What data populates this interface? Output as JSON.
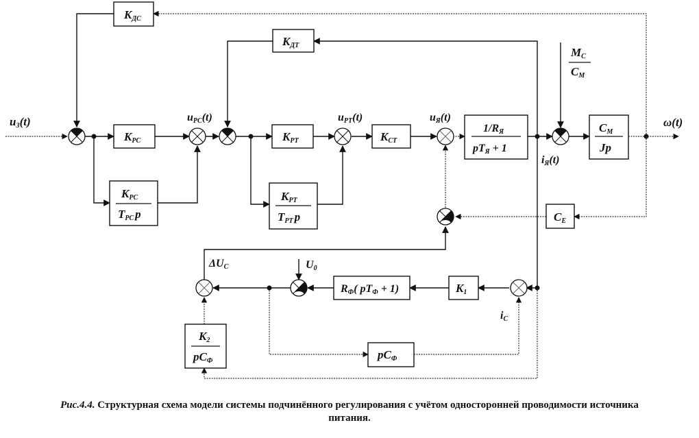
{
  "blocks": {
    "kdc": "K",
    "kdc_sub": "ДС",
    "kdt": "K",
    "kdt_sub": "ДТ",
    "krs": "K",
    "krs_sub": "РС",
    "krs_int_num": "K",
    "krs_int_num_sub": "РС",
    "krs_int_den": "T",
    "krs_int_den_sub": "РС",
    "krs_int_den_p": "p",
    "krt": "K",
    "krt_sub": "РТ",
    "krt_int_num": "K",
    "krt_int_num_sub": "РТ",
    "krt_int_den": "T",
    "krt_int_den_sub": "РТ",
    "krt_int_den_p": "p",
    "kst": "K",
    "kst_sub": "СТ",
    "armature_num": "1/R",
    "armature_num_sub": "Я",
    "armature_den": "pT",
    "armature_den_sub": "Я",
    "armature_den_tail": " + 1",
    "motor_num": "C",
    "motor_num_sub": "M",
    "motor_den": "Jp",
    "ce": "C",
    "ce_sub": "E",
    "rf": "R",
    "rf_sub": "Ф",
    "rf_mid": "( pT",
    "rf_mid_sub": "Ф",
    "rf_tail": " + 1)",
    "k1": "K",
    "k1_sub": "1",
    "k2_num": "K",
    "k2_num_sub": "2",
    "k2_den": "pC",
    "k2_den_sub": "Ф",
    "pcf": "pC",
    "pcf_sub": "Ф"
  },
  "signals": {
    "u3": "u",
    "u3_sub": "З",
    "u3_tail": "(t)",
    "urs": "u",
    "urs_sub": "РС",
    "urs_tail": "(t)",
    "urt": "u",
    "urt_sub": "РТ",
    "urt_tail": "(t)",
    "uya": "u",
    "uya_sub": "Я",
    "uya_tail": "(t)",
    "iya": "i",
    "iya_sub": "Я",
    "iya_tail": "(t)",
    "mc_num": "M",
    "mc_num_sub": "C",
    "mc_den": "C",
    "mc_den_sub": "M",
    "omega": "ω(t)",
    "du": "ΔU",
    "du_sub": "C",
    "u0": "U",
    "u0_sub": "0",
    "ic": "i",
    "ic_sub": "C"
  },
  "caption": {
    "figure": "Рис.4.4.",
    "text": " Структурная схема модели системы подчинённого регулирования с учётом односторонней проводимости источника питания."
  }
}
